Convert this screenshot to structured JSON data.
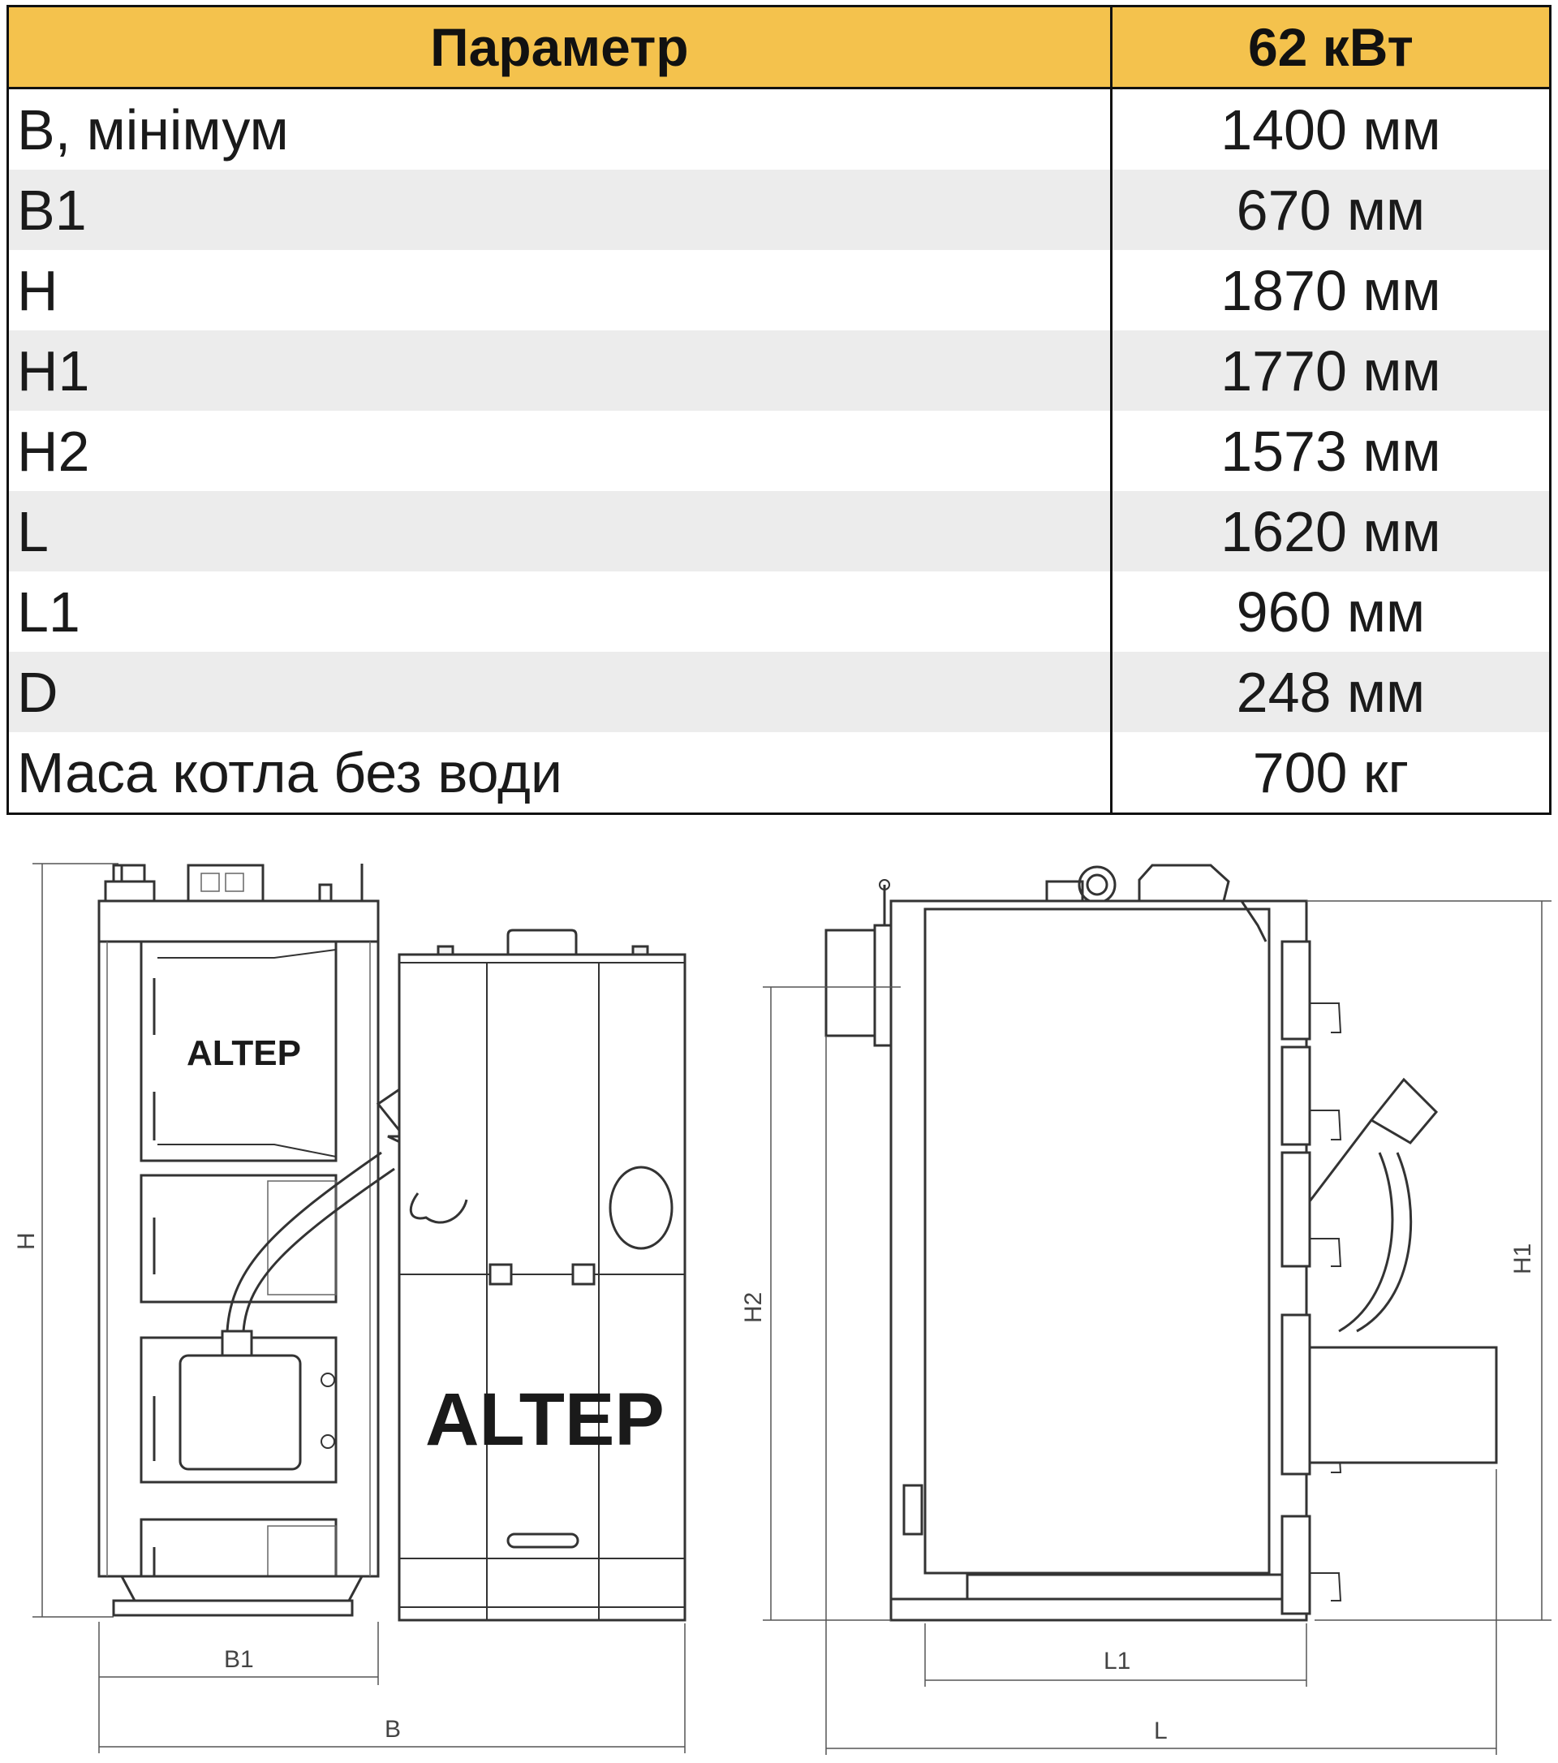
{
  "table": {
    "header": {
      "param": "Параметр",
      "value": "62 кВт"
    },
    "rows": [
      {
        "param": "B, мінімум",
        "value": "1400 мм"
      },
      {
        "param": "B1",
        "value": "670 мм"
      },
      {
        "param": "H",
        "value": "1870 мм"
      },
      {
        "param": "H1",
        "value": "1770 мм"
      },
      {
        "param": "H2",
        "value": "1573 мм"
      },
      {
        "param": "L",
        "value": "1620 мм"
      },
      {
        "param": "L1",
        "value": "960 мм"
      },
      {
        "param": "D",
        "value": "248 мм"
      },
      {
        "param": "Маса котла без води",
        "value": "700 кг"
      }
    ]
  },
  "drawing": {
    "logo_text": "ALTEP",
    "dimension_labels": {
      "H": "H",
      "B1": "B1",
      "B": "B",
      "H2": "H2",
      "H1": "H1",
      "L1": "L1",
      "L": "L"
    }
  },
  "colors": {
    "header_bg": "#f4c24d",
    "stripe_bg": "#ececec",
    "border": "#111111"
  }
}
